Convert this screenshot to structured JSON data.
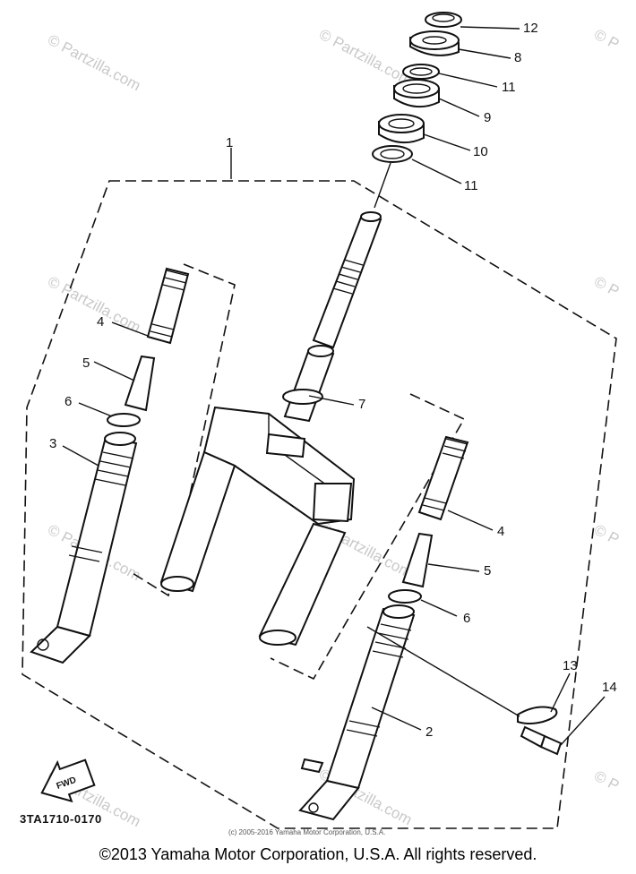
{
  "watermark": {
    "text": "© Partzilla.com",
    "short": "© P"
  },
  "callouts": {
    "c1": "1",
    "c2": "2",
    "c3": "3",
    "c4a": "4",
    "c4b": "4",
    "c5a": "5",
    "c5b": "5",
    "c6a": "6",
    "c6b": "6",
    "c7": "7",
    "c8": "8",
    "c9": "9",
    "c10": "10",
    "c11a": "11",
    "c11b": "11",
    "c12": "12",
    "c13": "13",
    "c14": "14"
  },
  "fwd_label": "FWD",
  "diagram_code": "3TA1710-0170",
  "small_copyright": "(c) 2005-2016 Yamaha Motor Corporation, U.S.A.",
  "footer": "©2013 Yamaha Motor Corporation, U.S.A. All rights reserved."
}
